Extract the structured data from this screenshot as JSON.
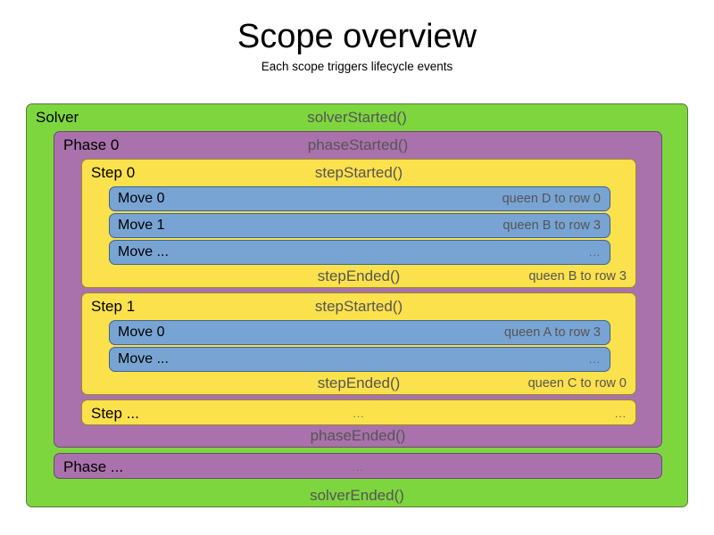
{
  "header": {
    "title": "Scope overview",
    "subtitle": "Each scope triggers lifecycle events"
  },
  "diagram": {
    "type": "nested-scope-lifecycle",
    "colors": {
      "solver": "#7ed63f",
      "phase": "#a972ac",
      "step": "#fbe14c",
      "move": "#78a4d4",
      "event_text": "#555555",
      "scope_text": "#000000"
    },
    "solver": {
      "name": "Solver",
      "started_event": "solverStarted()",
      "ended_event": "solverEnded()",
      "phases": [
        {
          "name": "Phase 0",
          "started_event": "phaseStarted()",
          "ended_event": "phaseEnded()",
          "steps": [
            {
              "name": "Step 0",
              "started_event": "stepStarted()",
              "ended_event": "stepEnded()",
              "ended_note": "queen B to row 3",
              "moves": [
                {
                  "name": "Move 0",
                  "note": "queen D to row 0",
                  "note_is_ellipsis": false
                },
                {
                  "name": "Move 1",
                  "note": "queen B to row 3",
                  "note_is_ellipsis": false
                },
                {
                  "name": "Move ...",
                  "note": "...",
                  "note_is_ellipsis": true
                }
              ]
            },
            {
              "name": "Step 1",
              "started_event": "stepStarted()",
              "ended_event": "stepEnded()",
              "ended_note": "queen C to row 0",
              "moves": [
                {
                  "name": "Move 0",
                  "note": "queen A to row 3",
                  "note_is_ellipsis": false
                },
                {
                  "name": "Move ...",
                  "note": "...",
                  "note_is_ellipsis": true
                }
              ]
            },
            {
              "name": "Step ...",
              "started_event": "...",
              "ended_event": "",
              "ended_note": "...",
              "moves": []
            }
          ]
        },
        {
          "name": "Phase ...",
          "started_event": "...",
          "ended_event": "",
          "steps": []
        }
      ]
    }
  }
}
